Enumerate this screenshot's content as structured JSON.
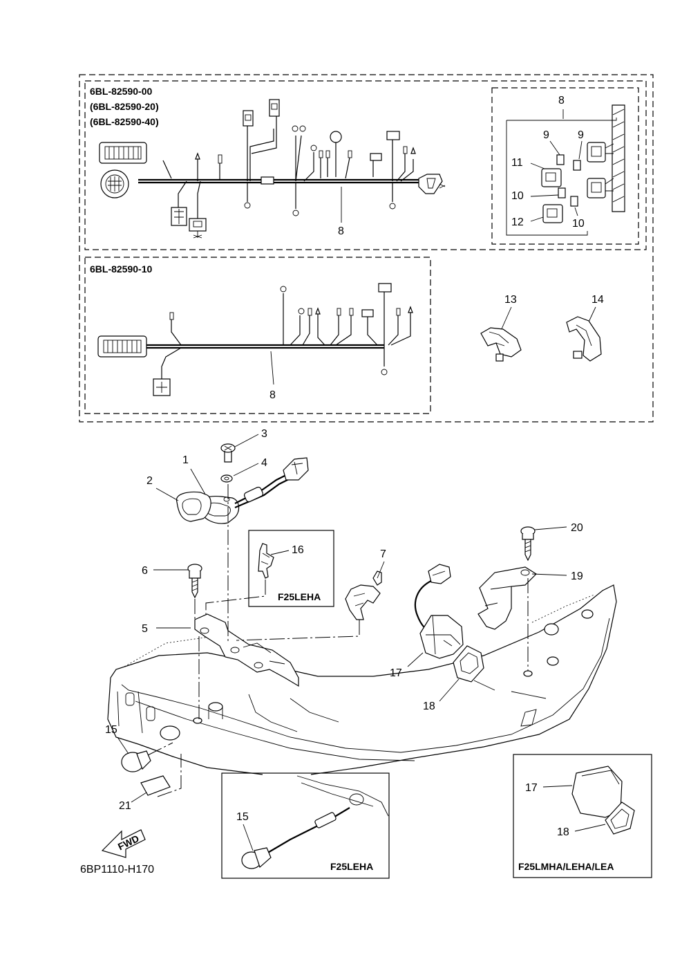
{
  "harness_variants": {
    "upper_part_numbers": [
      "6BL-82590-00",
      "(6BL-82590-20)",
      "(6BL-82590-40)"
    ],
    "lower_part_number": "6BL-82590-10"
  },
  "callouts": {
    "c1": "1",
    "c2": "2",
    "c3": "3",
    "c4": "4",
    "c5": "5",
    "c6": "6",
    "c7": "7",
    "c8a": "8",
    "c8b": "8",
    "c8c": "8",
    "c9a": "9",
    "c9b": "9",
    "c10a": "10",
    "c10b": "10",
    "c11": "11",
    "c12": "12",
    "c13": "13",
    "c14": "14",
    "c15a": "15",
    "c15b": "15",
    "c16": "16",
    "c17a": "17",
    "c17b": "17",
    "c18a": "18",
    "c18b": "18",
    "c19": "19",
    "c20": "20",
    "c21": "21"
  },
  "model_notes": {
    "bracket_inset": "F25LEHA",
    "plug_inset": "F25LEHA",
    "grommet_inset": "F25LMHA/LEHA/LEA"
  },
  "direction_arrow": "FWD",
  "figure_code": "6BP1110-H170"
}
